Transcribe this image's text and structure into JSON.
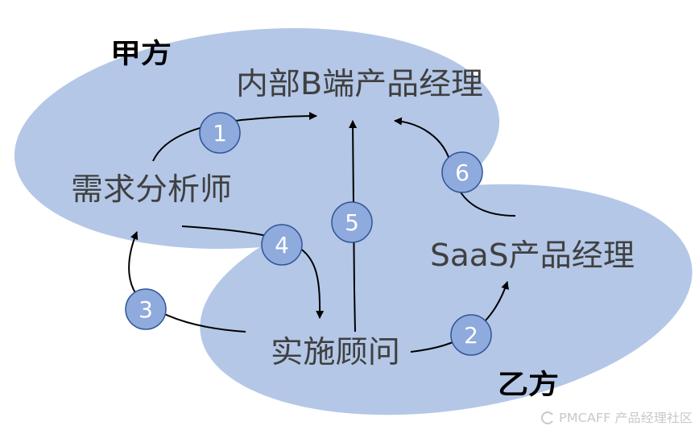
{
  "parties": {
    "client": "甲方",
    "vendor": "乙方"
  },
  "roles": {
    "internal_b_pm": "内部B端产品经理",
    "analyst": "需求分析师",
    "saas_pm": "SaaS产品经理",
    "consultant": "实施顾问"
  },
  "steps": [
    "1",
    "2",
    "3",
    "4",
    "5",
    "6"
  ],
  "watermark": "PMCAFF 产品经理社区",
  "colors": {
    "ellipse_fill": "#b4c7e7",
    "badge_fill": "#8faadc",
    "badge_border": "#2f5597"
  }
}
